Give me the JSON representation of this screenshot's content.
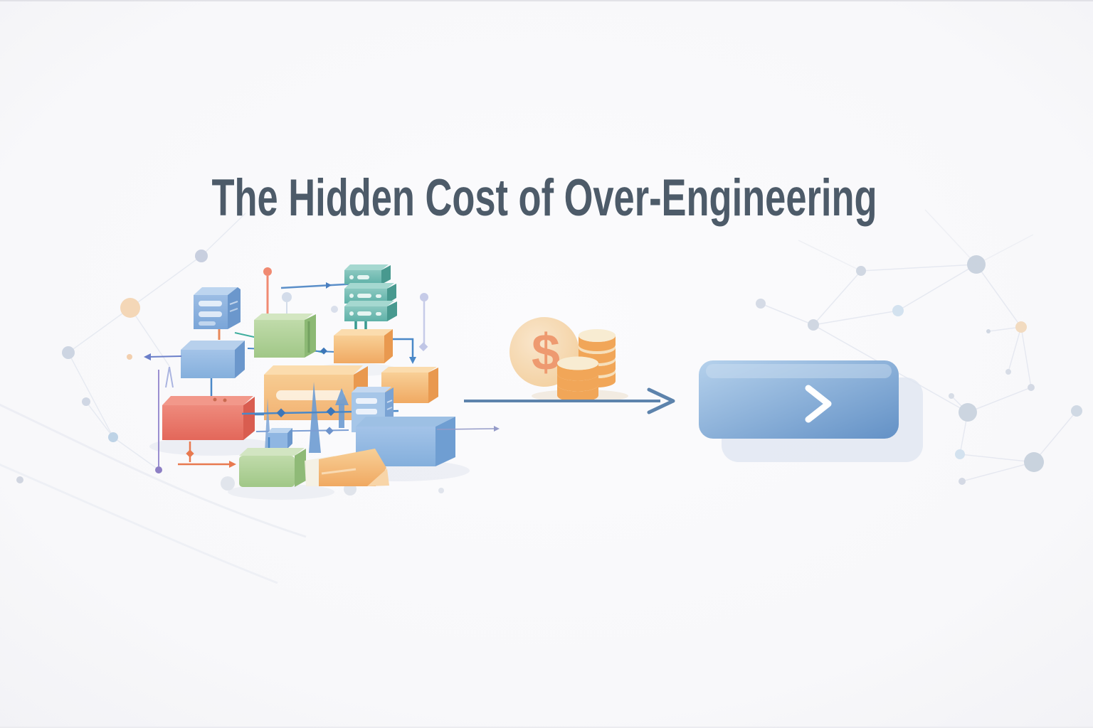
{
  "title": {
    "text": "The Hidden Cost of Over-Engineering",
    "color": "#4d5b69"
  },
  "coins": {
    "dollar_symbol": "$",
    "coin_color": "#f1a658",
    "coin_highlight": "#f8ecd2",
    "circle_color": "#f3cf9e",
    "dollar_color": "#ee9a70"
  },
  "flow_arrow": {
    "color": "#5d83ac"
  },
  "cta_block": {
    "color_start": "#b5d1ec",
    "color_end": "#6391c6",
    "arrow_color": "#ffffff",
    "shadow_color": "#e0e6f1"
  },
  "cluster_blocks": [
    {
      "name": "blue-server-box",
      "color": "#7aa5d8"
    },
    {
      "name": "teal-server-stack",
      "color": "#5fb1a8"
    },
    {
      "name": "green-box-top",
      "color": "#a3c98b"
    },
    {
      "name": "blue-cube-left",
      "color": "#85aedd"
    },
    {
      "name": "orange-box-upper",
      "color": "#f0a962"
    },
    {
      "name": "orange-box-mid",
      "color": "#f0a962"
    },
    {
      "name": "big-orange-box",
      "color": "#f3b878"
    },
    {
      "name": "red-box",
      "color": "#e56a5c"
    },
    {
      "name": "blue-server-small",
      "color": "#a6c6e8"
    },
    {
      "name": "big-blue-box",
      "color": "#88b2dd"
    },
    {
      "name": "small-blue-cube",
      "color": "#8fb6e2"
    },
    {
      "name": "green-box-bottom",
      "color": "#9cc383"
    },
    {
      "name": "orange-folded-sheet",
      "color": "#f0a368"
    }
  ],
  "background": {
    "color": "#f8f8fa",
    "network_node_color": "#ccd4e0",
    "network_accent_node": "#f4d4b0",
    "network_blue_node": "#cfe0ee"
  }
}
